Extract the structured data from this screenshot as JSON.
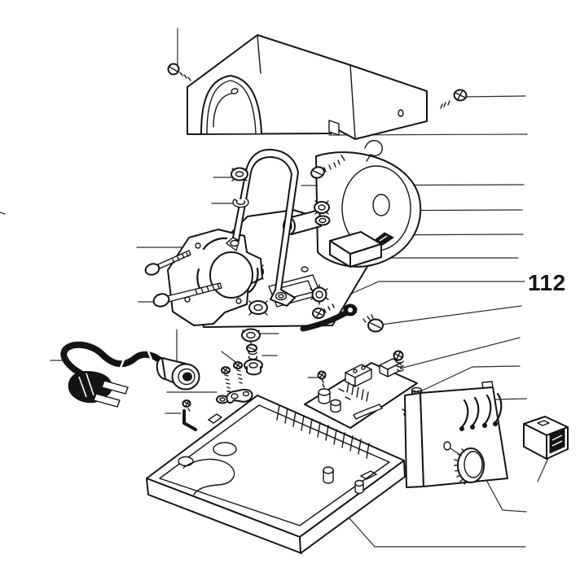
{
  "diagram": {
    "type": "exploded-parts-diagram",
    "callout": {
      "label": "112"
    },
    "colors": {
      "background": "#ffffff",
      "line": "#141414",
      "leader": "#2c2c2c",
      "text": "#151515"
    },
    "parts": [
      "top-cover",
      "cover-screw-top-left",
      "cover-screw-right",
      "motor",
      "motor-mounting-strap",
      "motor-screw",
      "hex-nut-left",
      "spring-washer-left",
      "hex-nut-center",
      "washer-center",
      "chassis-bracket",
      "front-plate",
      "flange-bolt-upper",
      "flange-bolt-lower",
      "lock-washer",
      "set-screw",
      "flange-nut",
      "toothed-washer",
      "ground-screw-left",
      "ground-wire",
      "ground-screw-right",
      "brush-holder-block",
      "circuit-board",
      "board-screw-left",
      "board-screw-top",
      "potentiometer",
      "power-cord-plug",
      "cord-strain-relief",
      "clamp-screw-a",
      "clamp-screw-b",
      "cable-clamp",
      "clamp-washer",
      "cord-anchor",
      "base-housing",
      "rear-panel",
      "control-knob",
      "rocker-switch"
    ]
  }
}
